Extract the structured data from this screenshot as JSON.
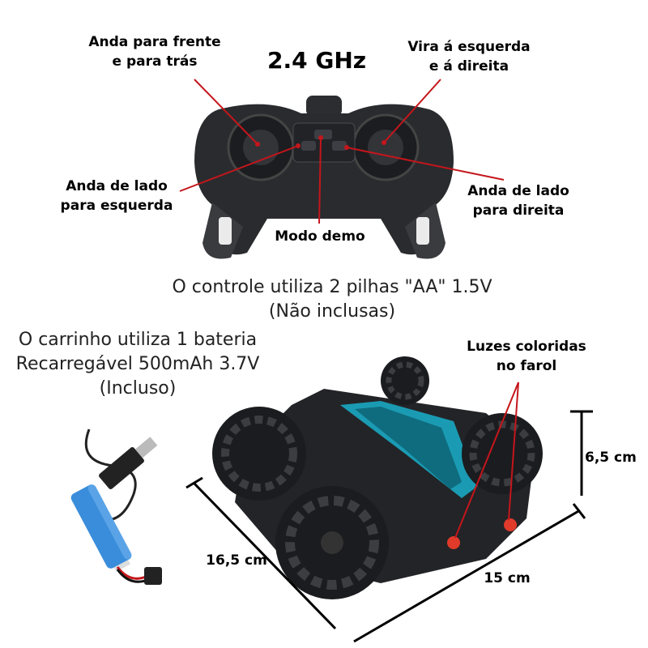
{
  "frequency": "2.4 GHz",
  "controller_labels": {
    "forward_back": [
      "Anda para frente",
      "e para trás"
    ],
    "turn": [
      "Vira á esquerda",
      "e á direita"
    ],
    "side_left": [
      "Anda de lado",
      "para esquerda"
    ],
    "side_right": [
      "Anda de lado",
      "para direita"
    ],
    "demo": "Modo demo"
  },
  "controller_battery": [
    "O controle utiliza 2 pilhas \"AA\" 1.5V",
    "(Não inclusas)"
  ],
  "car_battery": [
    "O carrinho utiliza 1 bateria",
    "Recarregável 500mAh 3.7V",
    "(Incluso)"
  ],
  "lights": [
    "Luzes coloridas",
    "no farol"
  ],
  "dimensions": {
    "height": "6,5 cm",
    "length": "16,5 cm",
    "width": "15 cm"
  },
  "colors": {
    "arrow": "#c4161c",
    "accent": "#1a9bb3",
    "body": "#2a2b2e",
    "battery": "#3a8ddb"
  }
}
